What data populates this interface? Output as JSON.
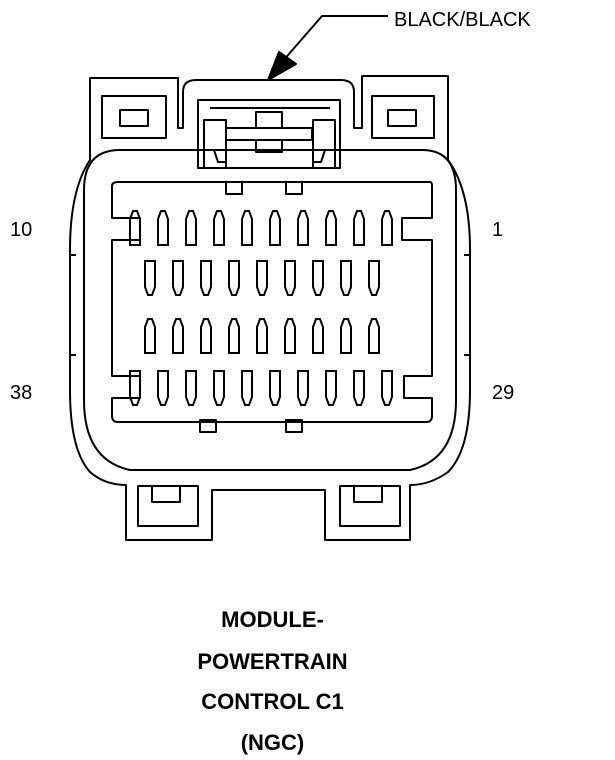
{
  "connector": {
    "wire_color_label": "BLACK/BLACK",
    "pin_labels": {
      "top_left": "10",
      "top_right": "1",
      "bottom_left": "38",
      "bottom_right": "29"
    },
    "title_lines": [
      "MODULE-",
      "POWERTRAIN",
      "CONTROL C1",
      "(NGC)"
    ]
  }
}
